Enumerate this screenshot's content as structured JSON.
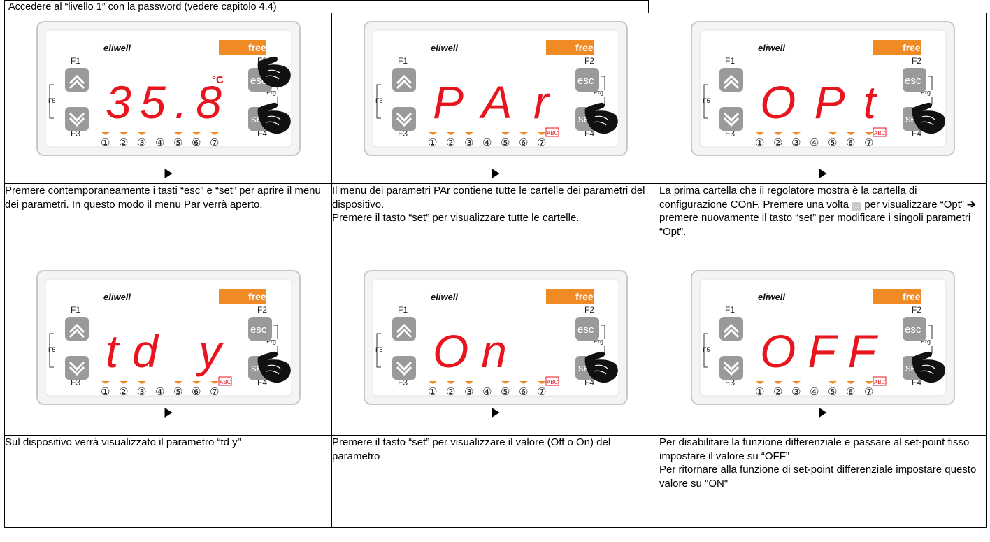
{
  "header": {
    "text": "Accedere al “livello 1” con la password (vedere capitolo 4.4)"
  },
  "device": {
    "brand": "eliwell",
    "badge": "free",
    "keys": {
      "f1": "F1",
      "f2": "F2",
      "f3": "F3",
      "f4": "F4",
      "f5": "F5",
      "prg": "Prg",
      "esc": "esc",
      "set": "set"
    },
    "leds": [
      "①",
      "②",
      "③",
      "④",
      "⑤",
      "⑥",
      "⑦"
    ],
    "abc": "ABC",
    "celsius": "°C",
    "accent": "#f08a24",
    "display_color": "#e8141e"
  },
  "steps": [
    {
      "display": "35.8",
      "unit": true,
      "hands": [
        "esc",
        "set"
      ],
      "text": [
        "Premere contemporaneamente i tasti “esc” e “set” per aprire il menu dei parametri. In questo modo il menu Par verrà aperto."
      ]
    },
    {
      "display": "PAr",
      "unit": false,
      "hands": [
        "set"
      ],
      "text": [
        "Il menu dei parametri PAr contiene tutte le cartelle dei parametri del dispositivo.",
        "Premere il tasto “set” per visualizzare tutte le cartelle."
      ]
    },
    {
      "display": "OPt",
      "unit": false,
      "hands": [
        "set"
      ],
      "text_a": "La prima cartella che il regolatore mostra è la cartella di configurazione COnF. Premere una volta ",
      "text_b": " per visualizzare “Opt” ",
      "arrow": "➔",
      "text_c": " premere nuovamente il tasto “set” per modificare i singoli parametri “Opt”."
    },
    {
      "display": "td y",
      "unit": false,
      "hands": [
        "set"
      ],
      "text": [
        "Sul dispositivo verrà visualizzato il parametro “td y”"
      ]
    },
    {
      "display": "On",
      "unit": false,
      "hands": [
        "set"
      ],
      "text": [
        "Premere il tasto “set” per visualizzare il valore (Off o On) del parametro"
      ]
    },
    {
      "display": "OFF",
      "unit": false,
      "hands": [
        "set"
      ],
      "text": [
        "Per disabilitare la funzione differenziale e passare al set-point fisso impostare il valore su “OFF”",
        "Per ritornare alla funzione di set-point differenziale impostare questo valore su \"ON\""
      ]
    }
  ]
}
